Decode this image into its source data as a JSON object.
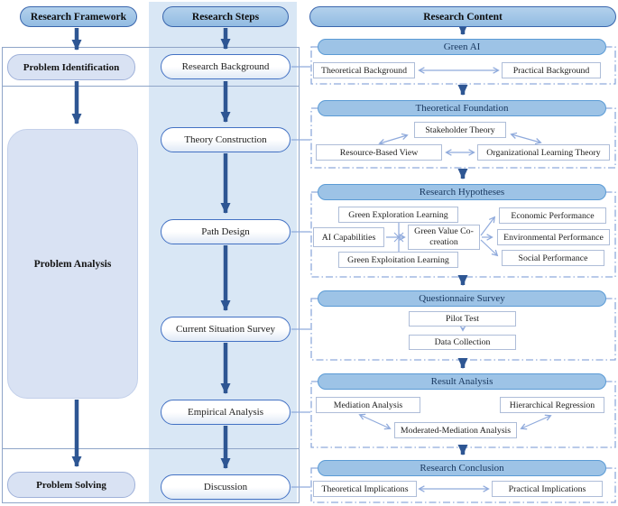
{
  "title": "Research framework flowchart",
  "colors": {
    "arrow_dark": "#2e5693",
    "line_light": "#8faadc",
    "header_pill_fill": "#9dc3e6",
    "header_pill_border": "#3a66ad",
    "section_pill_fill": "#9dc3e6",
    "section_pill_border": "#5b9bd5",
    "framework_item_fill": "#d9e2f3",
    "steps_panel_fill": "#d9e7f5",
    "stadium_border": "#4472c4",
    "small_box_border": "#aebdd8",
    "band_border": "#8fa5c8"
  },
  "framework": {
    "header": "Research Framework",
    "items": [
      {
        "label": "Problem Identification"
      },
      {
        "label": "Problem Analysis"
      },
      {
        "label": "Problem Solving"
      }
    ]
  },
  "steps": {
    "header": "Research Steps",
    "items": [
      {
        "label": "Research Background"
      },
      {
        "label": "Theory Construction"
      },
      {
        "label": "Path Design"
      },
      {
        "label": "Current Situation Survey"
      },
      {
        "label": "Empirical Analysis"
      },
      {
        "label": "Discussion"
      }
    ]
  },
  "content": {
    "header": "Research Content",
    "sections": [
      {
        "title": "Green AI",
        "boxes": {
          "left": "Theoretical Background",
          "right": "Practical Background"
        }
      },
      {
        "title": "Theoretical Foundation",
        "boxes": {
          "top": "Stakeholder Theory",
          "left": "Resource-Based View",
          "right": "Organizational Learning Theory"
        }
      },
      {
        "title": "Research Hypotheses",
        "boxes": {
          "moderator_top": "Green Exploration Learning",
          "independent": "AI Capabilities",
          "mediator": "Green Value Co-creation",
          "moderator_bottom": "Green Exploitation Learning",
          "outcome1": "Economic Performance",
          "outcome2": "Environmental Performance",
          "outcome3": "Social Performance"
        }
      },
      {
        "title": "Questionnaire Survey",
        "boxes": {
          "top": "Pilot Test",
          "bottom": "Data Collection"
        }
      },
      {
        "title": "Result Analysis",
        "boxes": {
          "left": "Mediation Analysis",
          "right": "Hierarchical Regression",
          "bottom": "Moderated-Mediation Analysis"
        }
      },
      {
        "title": "Research Conclusion",
        "boxes": {
          "left": "Theoretical Implications",
          "right": "Practical Implications"
        }
      }
    ]
  }
}
